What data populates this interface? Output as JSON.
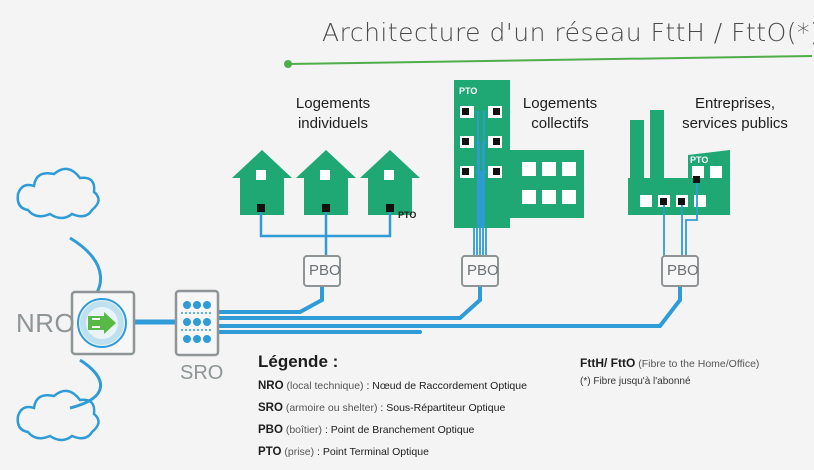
{
  "title": "Architecture d'un réseau FttH / FttO(*)",
  "buildings": {
    "individual_line1": "Logements",
    "individual_line2": "individuels",
    "collective_line1": "Logements",
    "collective_line2": "collectifs",
    "business_line1": "Entreprises,",
    "business_line2": "services publics"
  },
  "nodes": {
    "nro": "NRO",
    "sro": "SRO",
    "pbo": "PBO",
    "pto": "PTO"
  },
  "legend": {
    "title": "Légende :",
    "rows": [
      {
        "abbr": "NRO",
        "paren": "(local technique)",
        "desc": " : Nœud de Raccordement Optique"
      },
      {
        "abbr": "SRO",
        "paren": "(armoire ou shelter)",
        "desc": " : Sous-Répartiteur Optique"
      },
      {
        "abbr": "PBO",
        "paren": "(boîtier)",
        "desc": " : Point de Branchement Optique"
      },
      {
        "abbr": "PTO",
        "paren": "(prise)",
        "desc": " : Point Terminal Optique"
      }
    ]
  },
  "ftth_note": {
    "abbr": "FttH/ FttO",
    "paren": "(Fibre to the Home/Office)",
    "footnote": "(*) Fibre jusqu'à l'abonné"
  },
  "colors": {
    "fiber": "#2f9bd7",
    "building": "#1fa774",
    "gray": "#8f9497",
    "accent_green": "#58b947"
  }
}
